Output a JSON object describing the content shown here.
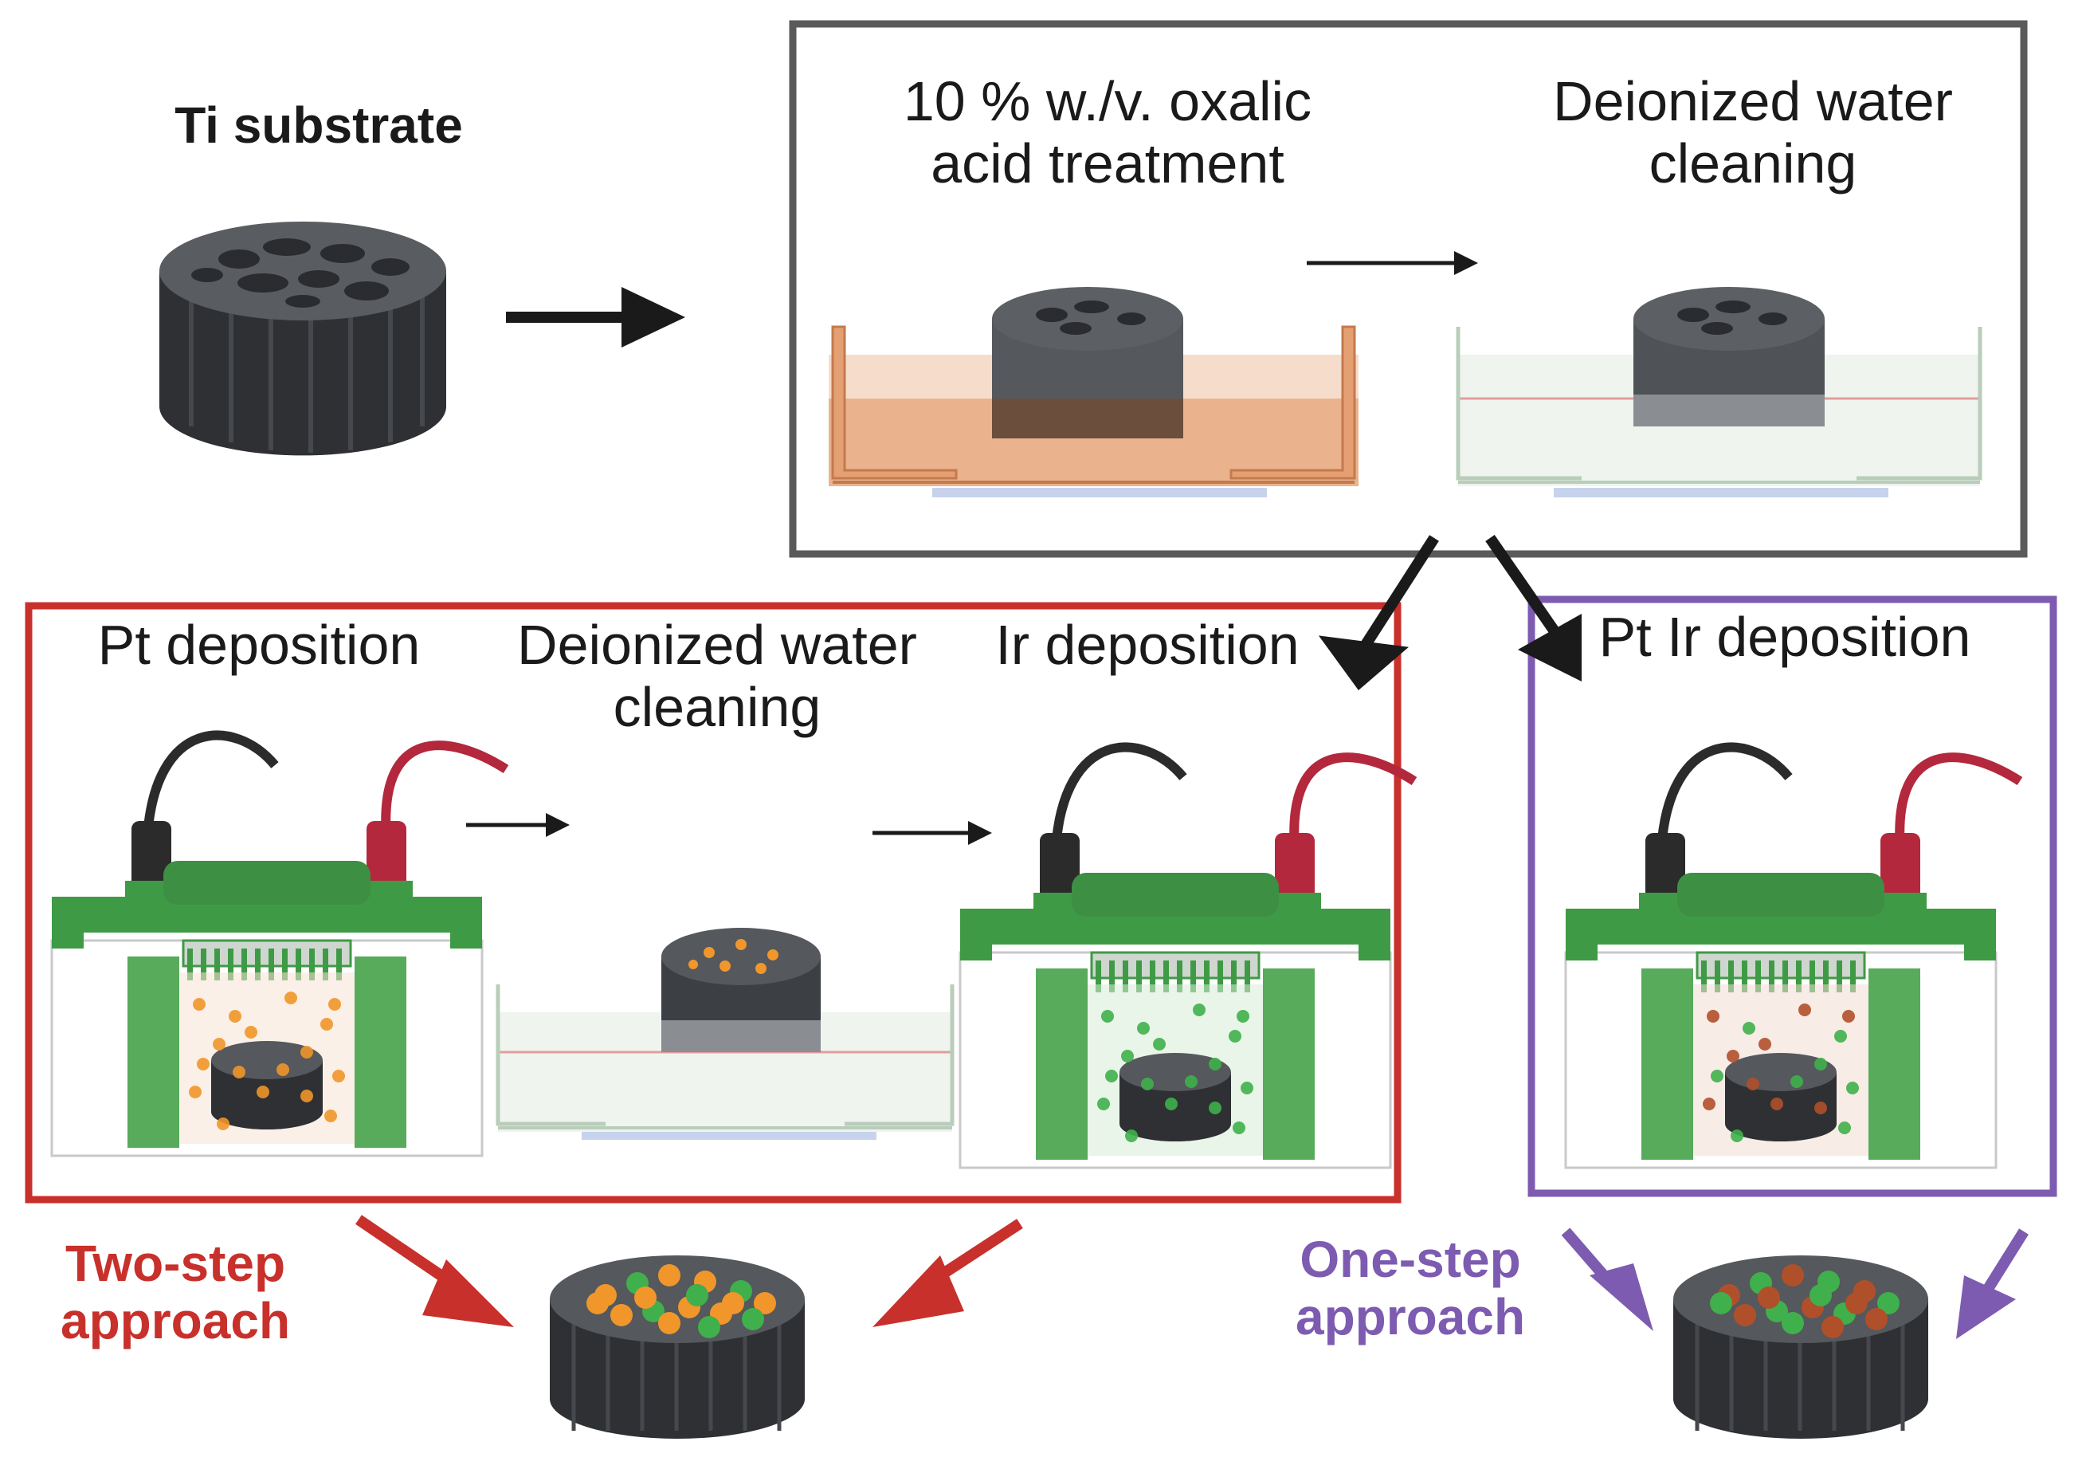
{
  "labels": {
    "ti_substrate": "Ti substrate",
    "oxalic_line1": "10 % w./v. oxalic",
    "oxalic_line2": "acid treatment",
    "diw_top_line1": "Deionized water",
    "diw_top_line2": "cleaning",
    "pt_deposition": "Pt deposition",
    "diw_mid_line1": "Deionized water",
    "diw_mid_line2": "cleaning",
    "ir_deposition": "Ir deposition",
    "ptir_deposition": "Pt Ir deposition",
    "two_step_line1": "Two-step",
    "two_step_line2": "approach",
    "one_step_line1": "One-step",
    "one_step_line2": "approach"
  },
  "colors": {
    "two_step": "#c8302b",
    "one_step": "#7d5bb0",
    "pretreat_box": "#5a5a5a",
    "cell_green": "#3f9a45",
    "oxalic_acid": "#eab38d",
    "pt_particle": "#f0962a",
    "ir_particle": "#3fb04b",
    "ptir_particle": "#b0502a",
    "substrate": "#2e3033"
  },
  "icons": [
    "ti-substrate-cylinder",
    "oxalic-acid-bath",
    "water-bath",
    "electrochemical-cell",
    "coated-substrate",
    "process-arrow"
  ]
}
